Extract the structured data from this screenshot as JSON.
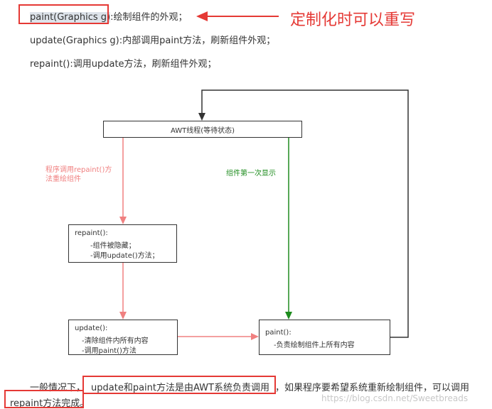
{
  "text": {
    "line1_code": "paint(Graphics g)",
    "line1_desc": ":绘制组件的外观；",
    "line2": "update(Graphics g):内部调用paint方法，刷新组件外观；",
    "line3": "repaint():调用update方法，刷新组件外观；"
  },
  "annotation": "定制化时可以重写",
  "diagram": {
    "awt_box": "AWT线程(等待状态)",
    "repaint_box": {
      "title": "repaint():",
      "items": [
        "-组件被隐藏；",
        "-调用update()方法；"
      ]
    },
    "update_box": {
      "title": "update():",
      "items": [
        "-清除组件内所有内容",
        "-调用paint()方法"
      ]
    },
    "paint_box": {
      "title": "paint():",
      "items": [
        "-负责绘制组件上所有内容"
      ]
    },
    "label_repaint": [
      "程序调用repaint()方",
      "法重绘组件"
    ],
    "label_first": "组件第一次显示"
  },
  "footer": {
    "before": "一般情况下，",
    "boxed": "update和paint方法是由AWT系统负责调用",
    "after": "，如果程序要希望系统重新绘制组件，可以调用",
    "line2": "repaint方法完成。"
  },
  "watermark": "https://blog.csdn.net/Sweetbreads",
  "colors": {
    "annotation_red": "#e53935",
    "repaint_path": "#f08080",
    "first_display_path": "#1e8c1e",
    "dark_path": "#333333"
  }
}
